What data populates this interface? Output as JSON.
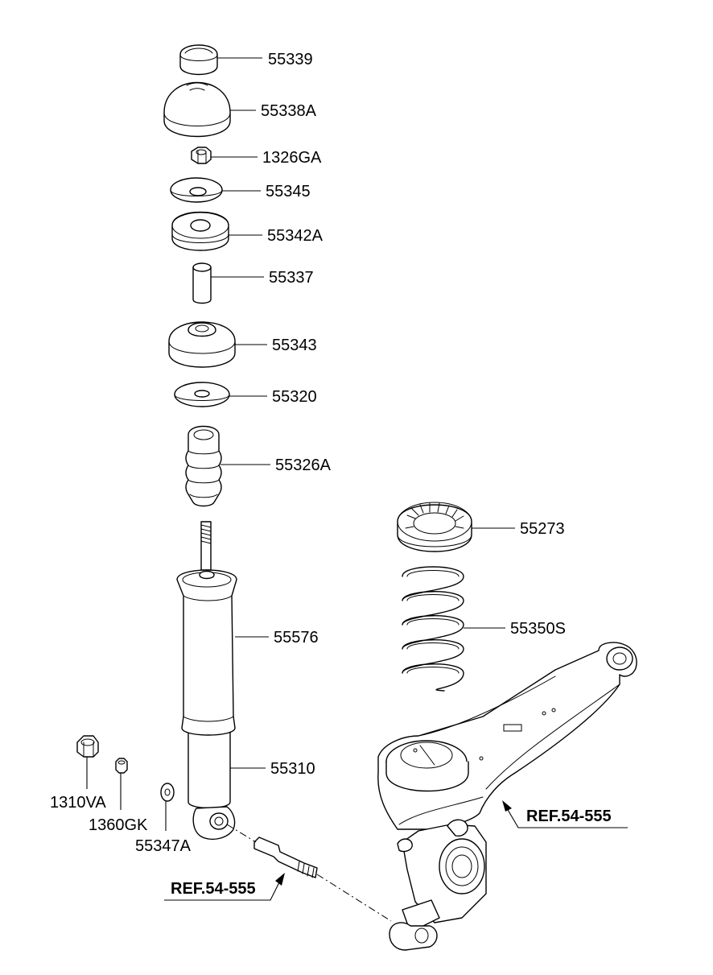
{
  "labels": {
    "p55339": "55339",
    "p55338A": "55338A",
    "p1326GA": "1326GA",
    "p55345": "55345",
    "p55342A": "55342A",
    "p55337": "55337",
    "p55343": "55343",
    "p55320": "55320",
    "p55326A": "55326A",
    "p55273": "55273",
    "p55576": "55576",
    "p55350S": "55350S",
    "p55310": "55310",
    "p1310VA": "1310VA",
    "p1360GK": "1360GK",
    "p55347A": "55347A"
  },
  "references": {
    "ref_lower_left": "REF.54-555",
    "ref_right": "REF.54-555"
  }
}
